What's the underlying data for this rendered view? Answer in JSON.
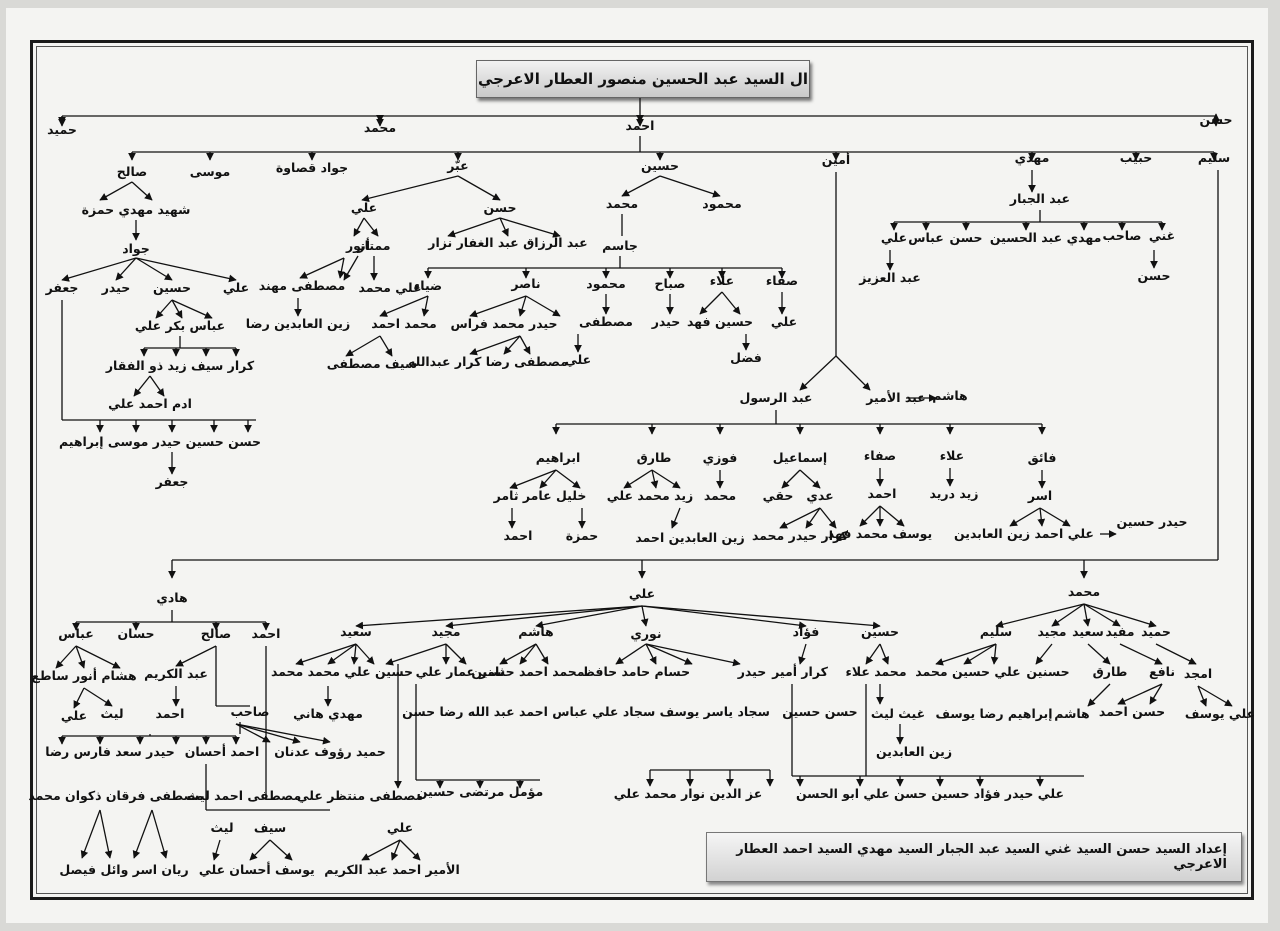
{
  "title": "ال السيد عبد الحسين منصور العطار الاعرجي",
  "credit": "إعداد السيد حسن السيد غني السيد عبد الجبار السيد مهدي السيد احمد العطار الاعرجي",
  "names": [
    {
      "key": "n_hasan",
      "label": "حسن"
    },
    {
      "key": "n_ahmad",
      "label": "احمد"
    },
    {
      "key": "n_mohammad1",
      "label": "محمد"
    },
    {
      "key": "n_hamid1",
      "label": "حميد"
    },
    {
      "key": "n_salim",
      "label": "سليم"
    },
    {
      "key": "n_habib",
      "label": "حبيب"
    },
    {
      "key": "n_mahdi",
      "label": "مهدي"
    },
    {
      "key": "n_amin",
      "label": "أمين"
    },
    {
      "key": "n_husayn1",
      "label": "حسين"
    },
    {
      "key": "n_abbar",
      "label": "عبّر"
    },
    {
      "key": "n_jawad1",
      "label": "جواد قصاوة"
    },
    {
      "key": "n_musa1",
      "label": "موسى"
    },
    {
      "key": "n_salih1",
      "label": "صالح"
    },
    {
      "key": "n_abduljabbar",
      "label": "عبد الجبار"
    },
    {
      "key": "n_ghani",
      "label": "غني"
    },
    {
      "key": "n_sahib1",
      "label": "صاحب"
    },
    {
      "key": "n_mahdi2",
      "label": "مهدي"
    },
    {
      "key": "n_abdulhusayn",
      "label": "عبد الحسين"
    },
    {
      "key": "n_hasan2",
      "label": "حسن"
    },
    {
      "key": "n_abbas1",
      "label": "عباس"
    },
    {
      "key": "n_ali1",
      "label": "علي"
    },
    {
      "key": "n_hasan3",
      "label": "حسن"
    },
    {
      "key": "n_abdulaziz",
      "label": "عبد العزيز"
    },
    {
      "key": "n_mahmud1",
      "label": "محمود"
    },
    {
      "key": "n_mohammad2",
      "label": "محمد"
    },
    {
      "key": "n_hasan4",
      "label": "حسن"
    },
    {
      "key": "n_ali2",
      "label": "علي"
    },
    {
      "key": "n_shahid",
      "label": "شهيد مهدي حمزة"
    },
    {
      "key": "n_jawad2",
      "label": "جواد"
    },
    {
      "key": "n_jasim",
      "label": "جاسم"
    },
    {
      "key": "n_sons_hasan",
      "label": "عبد الرزاق عبد الغفار نزار"
    },
    {
      "key": "n_mumtaz",
      "label": "ممتاز"
    },
    {
      "key": "n_anwar",
      "label": "أنور"
    },
    {
      "key": "n_safa1",
      "label": "صفاء"
    },
    {
      "key": "n_ala1",
      "label": "علاء"
    },
    {
      "key": "n_sabah",
      "label": "صباح"
    },
    {
      "key": "n_mahmud2",
      "label": "محمود"
    },
    {
      "key": "n_nasir",
      "label": "ناصر"
    },
    {
      "key": "n_diya",
      "label": "ضياء"
    },
    {
      "key": "n_ali_mohammad",
      "label": "علي محمد"
    },
    {
      "key": "n_anwar_sons",
      "label": "مصطفى مهند"
    },
    {
      "key": "n_ali3",
      "label": "علي"
    },
    {
      "key": "n_husayn2",
      "label": "حسين"
    },
    {
      "key": "n_haydar1",
      "label": "حيدر"
    },
    {
      "key": "n_jafar1",
      "label": "جعفر"
    },
    {
      "key": "n_safa1_kids",
      "label": "علي"
    },
    {
      "key": "n_ala1_kids",
      "label": "حسين فهد"
    },
    {
      "key": "n_sabah_kids",
      "label": "حيدر"
    },
    {
      "key": "n_mahmud2_kids",
      "label": "مصطفى"
    },
    {
      "key": "n_nasir_kids",
      "label": "حيدر محمد فراس"
    },
    {
      "key": "n_diya_kids",
      "label": "محمد احمد"
    },
    {
      "key": "n_zayn1",
      "label": "زين العابدين رضا"
    },
    {
      "key": "n_fadl",
      "label": "فضل"
    },
    {
      "key": "n_ali4",
      "label": "علي"
    },
    {
      "key": "n_nasir_gk",
      "label": "مصطفى رضا كرار عبدالله"
    },
    {
      "key": "n_diya_gk",
      "label": "سيف مصطفى"
    },
    {
      "key": "n_ali3_kids",
      "label": "عباس بكر علي"
    },
    {
      "key": "n_ali3_gk",
      "label": "كرار سيف زيد ذو الفقار"
    },
    {
      "key": "n_ali3_ggk",
      "label": "ادم احمد علي"
    },
    {
      "key": "n_jafar_kids",
      "label": "حسن حسين حيدر موسى إبراهيم"
    },
    {
      "key": "n_jafar2",
      "label": "جعفر"
    },
    {
      "key": "n_abdulamir",
      "label": "عبد الأمير"
    },
    {
      "key": "n_abdulrasul",
      "label": "عبد الرسول"
    },
    {
      "key": "n_hashim1",
      "label": "هاشم"
    },
    {
      "key": "n_faiq",
      "label": "فائق"
    },
    {
      "key": "n_ala2",
      "label": "علاء"
    },
    {
      "key": "n_safa2",
      "label": "صفاء"
    },
    {
      "key": "n_ismail",
      "label": "إسماعيل"
    },
    {
      "key": "n_fawzi",
      "label": "فوزي"
    },
    {
      "key": "n_tariq1",
      "label": "طارق"
    },
    {
      "key": "n_ibrahim1",
      "label": "ابراهيم"
    },
    {
      "key": "n_asr",
      "label": "اسر"
    },
    {
      "key": "n_zayd_durayd",
      "label": "زيد دريد"
    },
    {
      "key": "n_ahmad2",
      "label": "احمد"
    },
    {
      "key": "n_uday",
      "label": "عدي"
    },
    {
      "key": "n_haqqi",
      "label": "حقي"
    },
    {
      "key": "n_mohammad3",
      "label": "محمد"
    },
    {
      "key": "n_tariq_kids",
      "label": "زيد محمد علي"
    },
    {
      "key": "n_ibrahim_kids",
      "label": "خليل عامر ثامر"
    },
    {
      "key": "n_haydar_husayn",
      "label": "حيدر حسين"
    },
    {
      "key": "n_asr_kids",
      "label": "علي احمد زين العابدين"
    },
    {
      "key": "n_ahmad2_kids",
      "label": "يوسف محمد فهد"
    },
    {
      "key": "n_uday_kids",
      "label": "كرار حيدر محمد"
    },
    {
      "key": "n_mohammad3_kids",
      "label": "زين العابدين احمد"
    },
    {
      "key": "n_ahmad3",
      "label": "احمد"
    },
    {
      "key": "n_hamza",
      "label": "حمزة"
    },
    {
      "key": "n_hadi",
      "label": "هادي"
    },
    {
      "key": "n_ali5",
      "label": "علي"
    },
    {
      "key": "n_mohammad4",
      "label": "محمد"
    },
    {
      "key": "n_abbas2",
      "label": "عباس"
    },
    {
      "key": "n_hassan5",
      "label": "حسان"
    },
    {
      "key": "n_salih2",
      "label": "صالح"
    },
    {
      "key": "n_ahmad4",
      "label": "احمد"
    },
    {
      "key": "n_saeed1",
      "label": "سعيد"
    },
    {
      "key": "n_majid1",
      "label": "مجيد"
    },
    {
      "key": "n_hashim2",
      "label": "هاشم"
    },
    {
      "key": "n_nuri",
      "label": "نوري"
    },
    {
      "key": "n_fuad1",
      "label": "فؤاد"
    },
    {
      "key": "n_husayn3",
      "label": "حسين"
    },
    {
      "key": "n_salim2",
      "label": "سليم"
    },
    {
      "key": "n_majid2",
      "label": "مجيد"
    },
    {
      "key": "n_saeed2",
      "label": "سعيد"
    },
    {
      "key": "n_mufid",
      "label": "مفيد"
    },
    {
      "key": "n_hamid2",
      "label": "حميد"
    },
    {
      "key": "n_abbas2_kids",
      "label": "هشام أنور ساطع"
    },
    {
      "key": "n_abdulkarim1",
      "label": "عبد الكريم"
    },
    {
      "key": "n_ahmad5",
      "label": "احمد"
    },
    {
      "key": "n_layth1",
      "label": "ليث"
    },
    {
      "key": "n_ali6",
      "label": "علي"
    },
    {
      "key": "n_saeed1_kids",
      "label": "حسين علي محمد محمد"
    },
    {
      "key": "n_mahdi_hani",
      "label": "مهدي هاني"
    },
    {
      "key": "n_majid1_kids",
      "label": "ثامر عمار علي"
    },
    {
      "key": "n_hashim2_kids",
      "label": "محمد احمد حسنين"
    },
    {
      "key": "n_nuri_kids",
      "label": "حسام حامد حافظ"
    },
    {
      "key": "n_haydar2",
      "label": "حيدر"
    },
    {
      "key": "n_fuad1_kids",
      "label": "كرار أمير"
    },
    {
      "key": "n_husayn3_kids",
      "label": "محمد علاء"
    },
    {
      "key": "n_salim2_kids",
      "label": "علي حسين محمد"
    },
    {
      "key": "n_majid2_kids",
      "label": "حسنين"
    },
    {
      "key": "n_tariq2",
      "label": "طارق"
    },
    {
      "key": "n_nafi",
      "label": "نافع"
    },
    {
      "key": "n_amjad",
      "label": "امجد"
    },
    {
      "key": "n_sahib2",
      "label": "صاحب"
    },
    {
      "key": "n_sahib_kids",
      "label": "حيدر سعد فارس رضا"
    },
    {
      "key": "n_sahib_row2",
      "label": "احمد أحسان"
    },
    {
      "key": "n_saeed_kids2",
      "label": "حميد رؤوف عدنان"
    },
    {
      "key": "n_gk_row1",
      "label": "سجاد ياسر يوسف سجاد علي عباس احمد عبد الله رضا حسن"
    },
    {
      "key": "n_husayn3_gk",
      "label": "حسن حسين"
    },
    {
      "key": "n_ala3_gk",
      "label": "غيث ليث"
    },
    {
      "key": "n_zayn2",
      "label": "زين العابدين"
    },
    {
      "key": "n_salim2_gk",
      "label": "إبراهيم رضا يوسف"
    },
    {
      "key": "n_hashim3",
      "label": "هاشم"
    },
    {
      "key": "n_nafi_kids",
      "label": "حسن احمد"
    },
    {
      "key": "n_amjad_kids",
      "label": "علي يوسف"
    },
    {
      "key": "n_sahib_gk",
      "label": "مصطفى فرقان ذكوان محمد"
    },
    {
      "key": "n_sahib_gk2",
      "label": "مصطفى احمد ليث"
    },
    {
      "key": "n_bottom_row",
      "label": "مصطفى منتظر علي"
    },
    {
      "key": "n_muamal",
      "label": "مؤمل مرتضى حسين"
    },
    {
      "key": "n_bottom_mid",
      "label": "عز الدين نوار محمد علي"
    },
    {
      "key": "n_bottom_right",
      "label": "علي حيدر فؤاد حسين حسن علي ابو الحسن"
    },
    {
      "key": "n_rayyan",
      "label": "ريان اسر وائل فيصل"
    },
    {
      "key": "n_ali7",
      "label": "علي"
    },
    {
      "key": "n_sayf",
      "label": "سيف"
    },
    {
      "key": "n_layth2",
      "label": "ليث"
    },
    {
      "key": "n_ali7_kids",
      "label": "الأمير احمد عبد الكريم"
    },
    {
      "key": "n_sayf_kids",
      "label": "يوسف أحسان"
    },
    {
      "key": "n_layth2_kids",
      "label": "علي"
    }
  ]
}
